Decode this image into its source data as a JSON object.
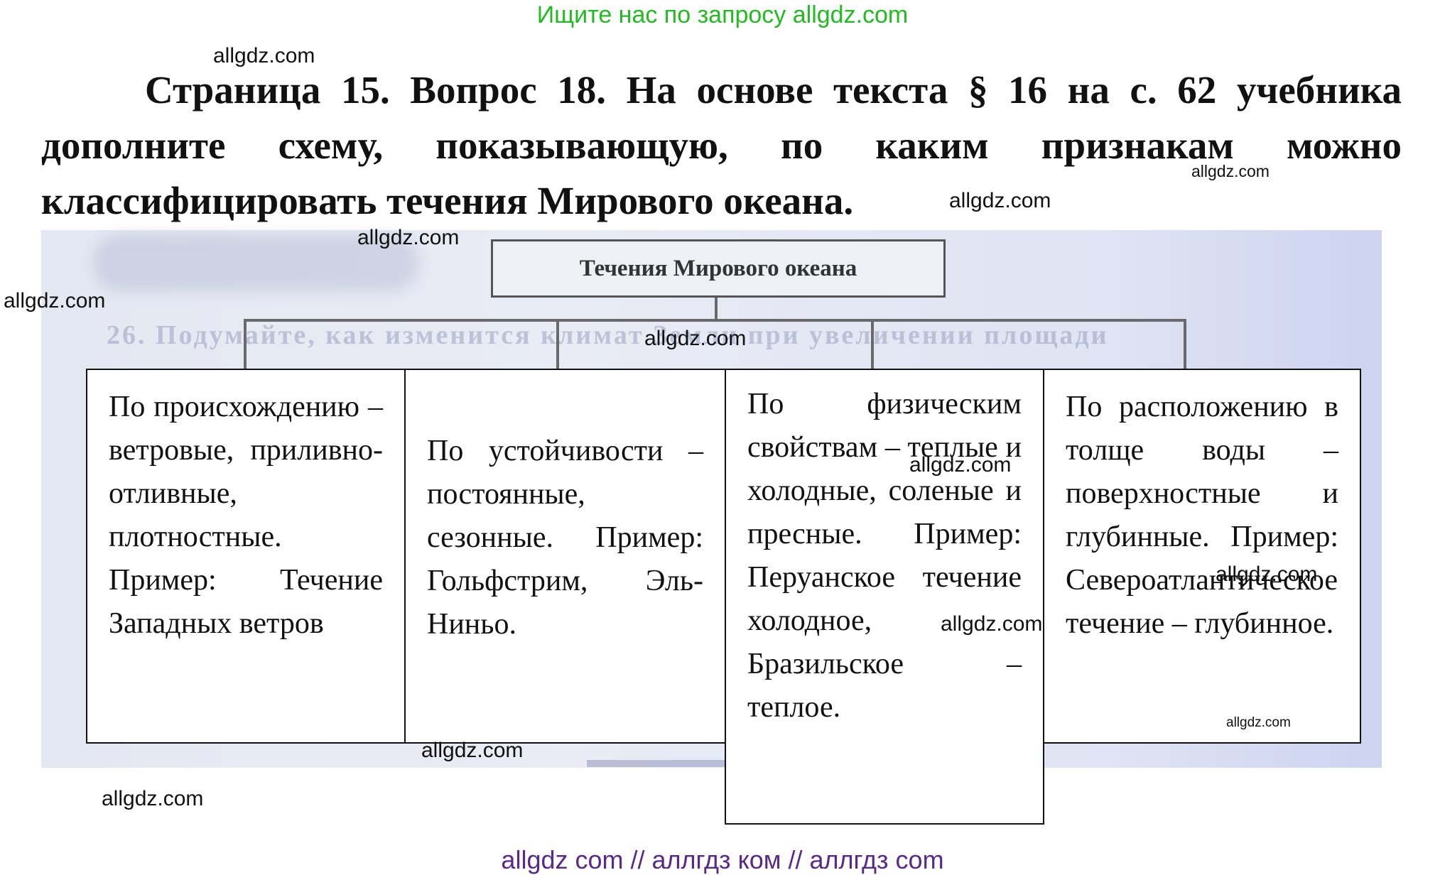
{
  "banner": "Ищите нас по запросу allgdz.com",
  "heading": {
    "line1": "Страница 15. Вопрос 18. На основе текста § 16 на с. 62 учебника дополните схему, показывающую, по каким признакам можно классифицировать течения Мирового океана."
  },
  "diagram": {
    "root": "Течения Мирового океана",
    "columns": [
      {
        "text": "По происхождению – ветровые, приливно-отливные, плотностные. Пример: Течение Западных ветров"
      },
      {
        "text": "По устойчивости – постоянные, сезонные. Пример: Гольфстрим, Эль-Ниньо."
      },
      {
        "text": "По физическим свойствам – теплые и холодные, соленые и пресные. Пример: Перуанское течение холодное, Бразильское – теплое."
      },
      {
        "text": "По расположению в толще воды – поверхностные и глубинные. Пример: Североатлантическое течение – глубинное."
      }
    ],
    "scan_background_text": "26. Подумайте, как изменится климат Земли при увеличении площади"
  },
  "watermark": "allgdz.com",
  "footer": "allgdz com  //  аллгдз ком  //  аллгдз com"
}
